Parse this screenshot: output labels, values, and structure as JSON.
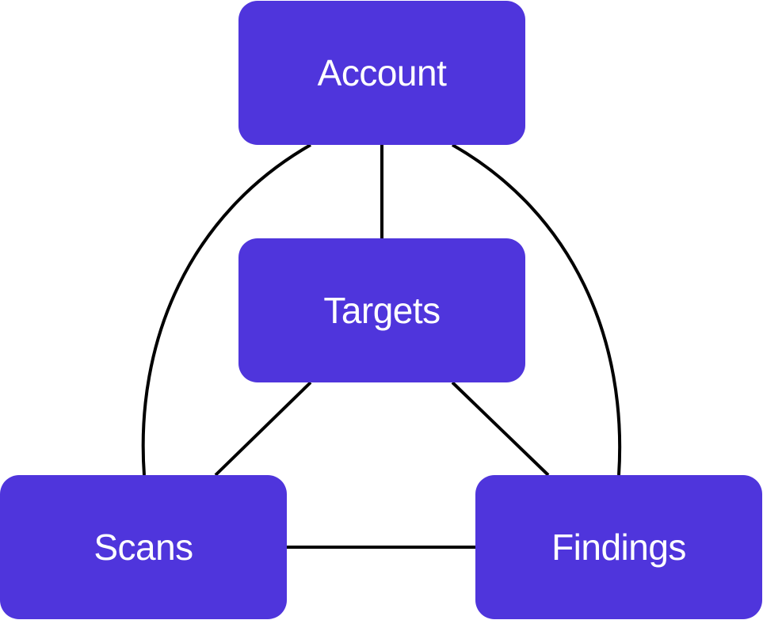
{
  "diagram": {
    "node_color": "#4f35dc",
    "edge_color": "#000000",
    "text_color": "#ffffff",
    "nodes": [
      {
        "id": "account",
        "label": "Account"
      },
      {
        "id": "targets",
        "label": "Targets"
      },
      {
        "id": "scans",
        "label": "Scans"
      },
      {
        "id": "findings",
        "label": "Findings"
      }
    ],
    "edges": [
      {
        "from": "account",
        "to": "targets",
        "style": "straight"
      },
      {
        "from": "account",
        "to": "scans",
        "style": "curved"
      },
      {
        "from": "account",
        "to": "findings",
        "style": "curved"
      },
      {
        "from": "targets",
        "to": "scans",
        "style": "straight"
      },
      {
        "from": "targets",
        "to": "findings",
        "style": "straight"
      },
      {
        "from": "scans",
        "to": "findings",
        "style": "straight"
      }
    ]
  }
}
